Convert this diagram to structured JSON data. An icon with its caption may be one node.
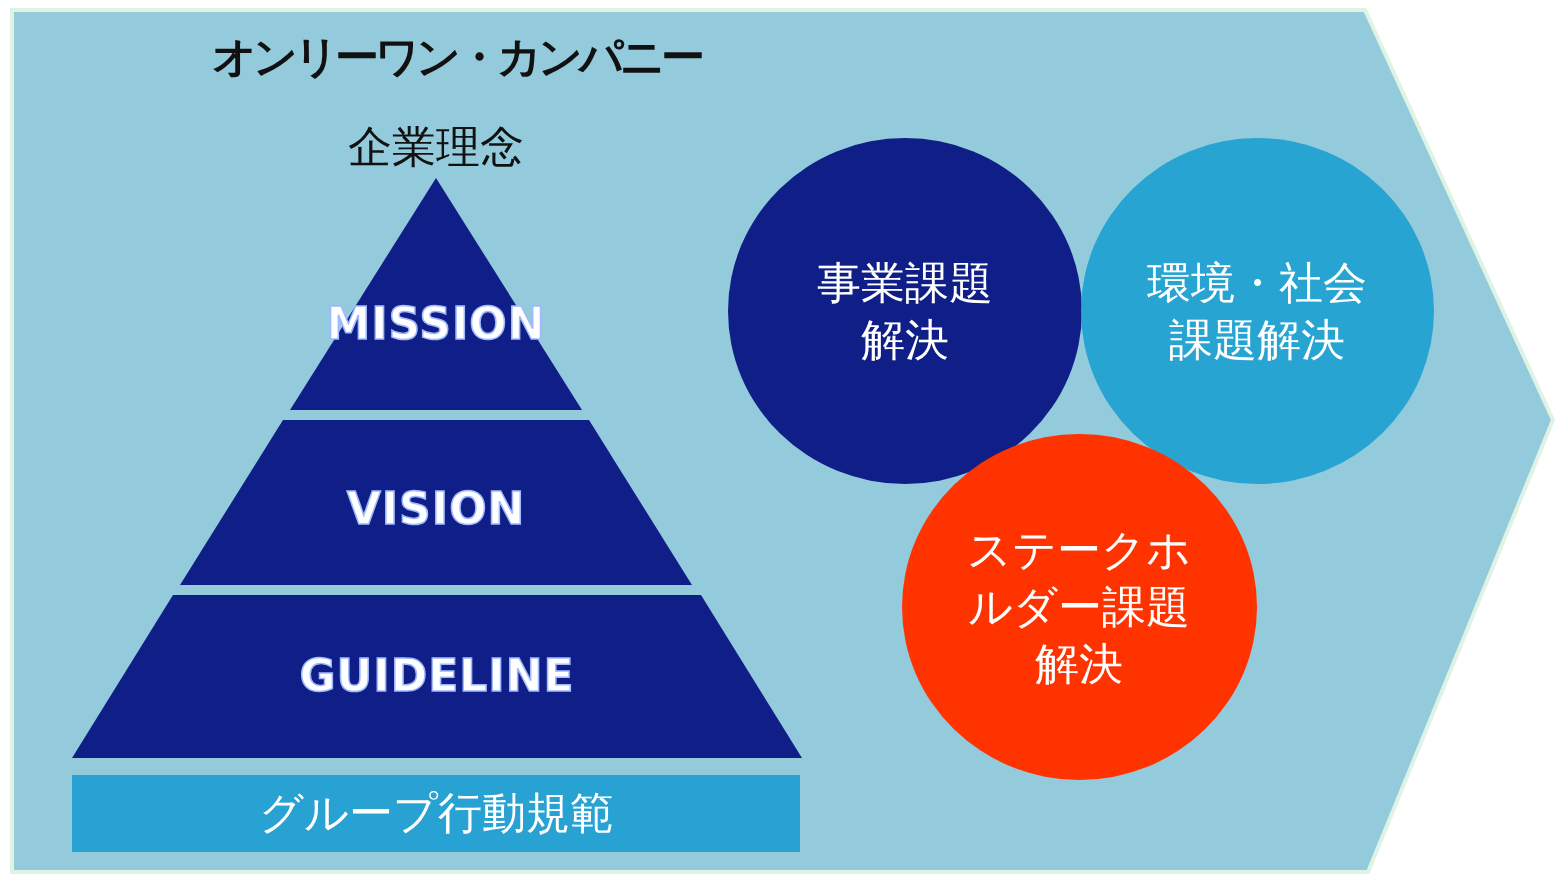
{
  "diagram": {
    "nodes": [
      {
        "text": [
          "オンリーワン・カンパニー"
        ]
      },
      {
        "text": [
          "MISSION"
        ],
        "in": 0
      },
      {
        "text": [
          "VISION"
        ],
        "in": 0
      },
      {
        "text": [
          "GUIDELINE"
        ],
        "in": 0
      },
      {
        "text": [
          "グループ行動規範"
        ],
        "in": 0
      },
      {
        "text": [
          "事業課題解決"
        ],
        "in": 0
      },
      {
        "text": [
          "環境・社会課題解決"
        ],
        "in": 0
      },
      {
        "text": [
          "ステークホルダー課題解決"
        ],
        "in": 0
      }
    ],
    "labels": [
      "企業理念"
    ]
  }
}
